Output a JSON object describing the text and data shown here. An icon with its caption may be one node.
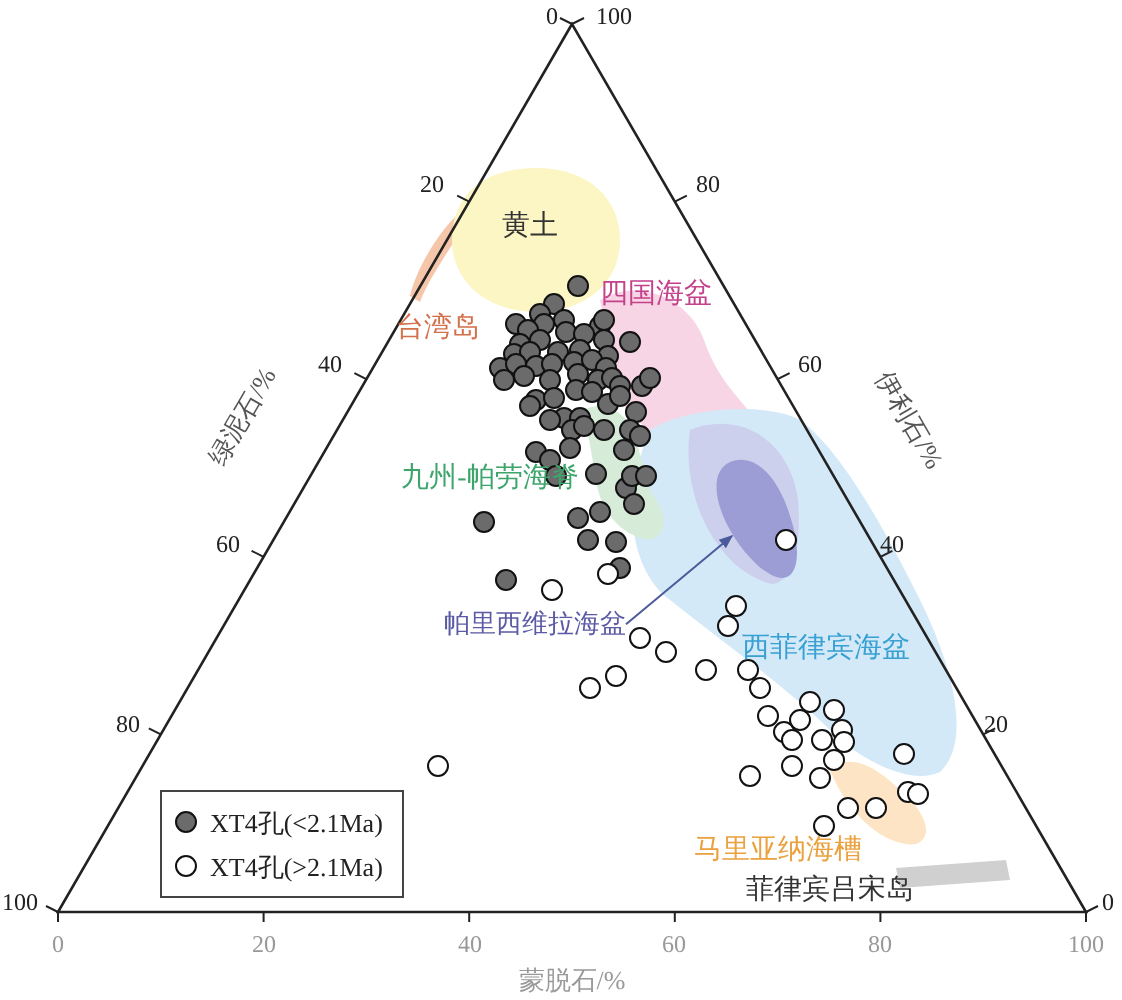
{
  "diagram": {
    "nodes": [
      {
        "text": [
          "帕里西维拉海盆"
        ]
      },
      {
        "text": [],
        "shape": "cloud"
      }
    ],
    "edges": [
      {
        "from": 0,
        "to": 1,
        "arrow": "to"
      }
    ],
    "labels": [
      "0",
      "100",
      "20",
      "黄土",
      "80",
      "四国海盆",
      "台湾岛",
      "40",
      "60",
      "绿泥石/%",
      "伊利石/%",
      "九州-帕劳海脊",
      "60",
      "40",
      "西菲律宾海盆",
      "80",
      "20",
      "马里亚纳海槽",
      "100",
      "菲律宾吕宋岛",
      "0",
      "0",
      "20",
      "40",
      "60",
      "80",
      "100",
      "蒙脱石/%"
    ],
    "legend": [
      {
        "text": "XT4孔(<2.1Ma)"
      },
      {
        "text": "XT4孔(>2.1Ma)"
      }
    ]
  }
}
